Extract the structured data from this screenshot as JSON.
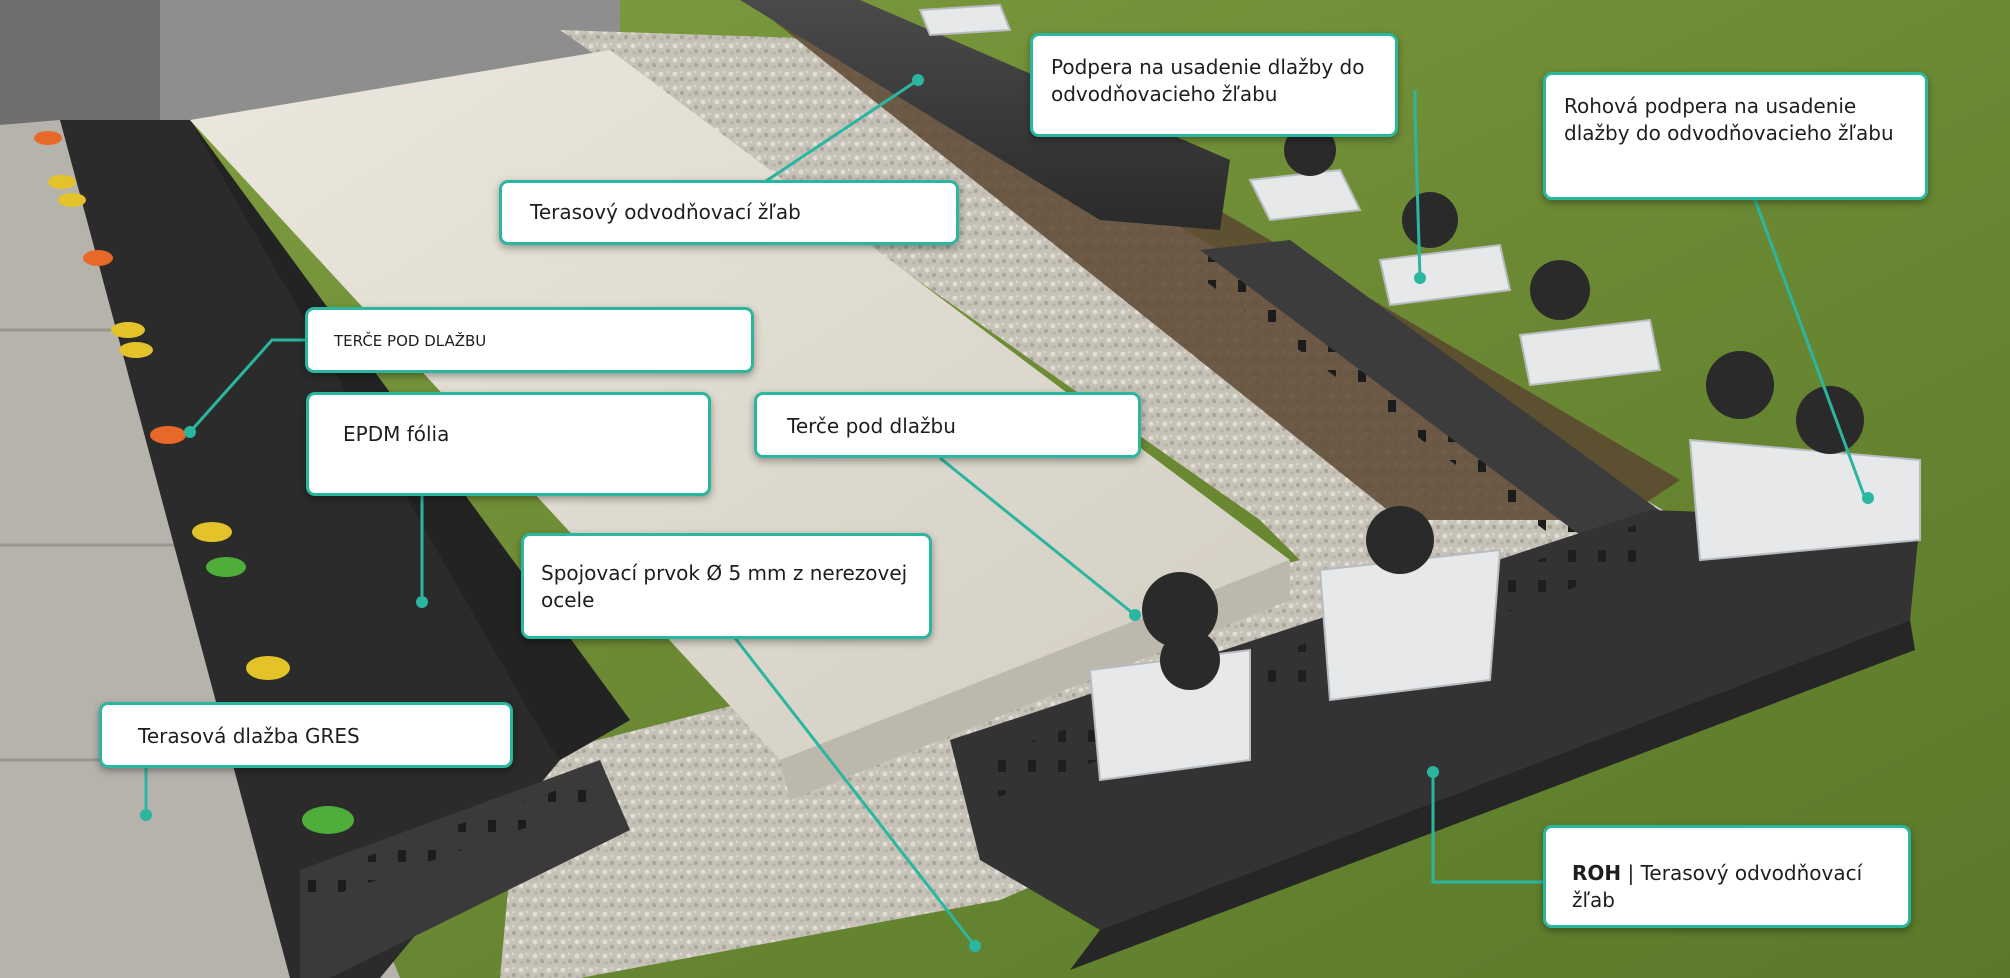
{
  "callouts": {
    "gutter_support": "Podpera na usadenie dlažby do odvodňovacieho žľabu",
    "corner_support": "Rohová podpera na usadenie dlažby do odvodňovacieho žľabu",
    "terrace_gutter": "Terasový odvodňovací žľab",
    "pedestals_upper": "TERČE POD DLAŽBU",
    "epdm": "EPDM fólia",
    "pedestals": "Terče pod dlažbu",
    "connector": "Spojovací prvok Ø 5 mm z nerezovej ocele",
    "tiles": "Terasová dlažba GRES",
    "corner_gutter_bold": "ROH",
    "corner_gutter_rest": " | Terasový odvodňovací žľab"
  },
  "colors": {
    "accent": "#2bb6a0",
    "grass": "#6f8a3a",
    "membrane": "#2b2b2b",
    "slab": "#d9d4c8",
    "tile": "#b9b6b0",
    "gravel": "#c9c5bb",
    "gutter": "#3a3a3a",
    "support": "#e6e8ea",
    "pedestal_orange": "#e8682a",
    "pedestal_yellow": "#e3c22a",
    "pedestal_green": "#4fae3a"
  }
}
